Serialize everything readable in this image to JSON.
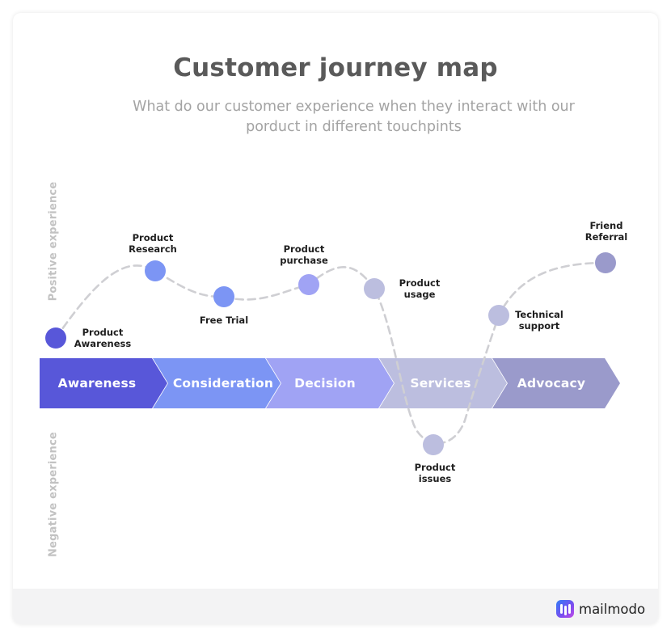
{
  "title": "Customer journey map",
  "subtitle": "What do our customer experience when they interact with our porduct in different touchpints",
  "axis": {
    "positive": "Positive experience",
    "negative": "Negative experience"
  },
  "stages": [
    {
      "label": "Awareness",
      "color": "#5857d9"
    },
    {
      "label": "Consideration",
      "color": "#7c95f4"
    },
    {
      "label": "Decision",
      "color": "#a0a3f4"
    },
    {
      "label": "Services",
      "color": "#bcbedf"
    },
    {
      "label": "Advocacy",
      "color": "#9a9acb"
    }
  ],
  "touchpoints": [
    {
      "label": "Product\nAwareness",
      "color": "#5857d9"
    },
    {
      "label": "Product\nResearch",
      "color": "#7c95f4"
    },
    {
      "label": "Free Trial",
      "color": "#7c95f4"
    },
    {
      "label": "Product\npurchase",
      "color": "#a0a3f4"
    },
    {
      "label": "Product\nusage",
      "color": "#bcbedf"
    },
    {
      "label": "Product\nissues",
      "color": "#bcbedf"
    },
    {
      "label": "Technical\nsupport",
      "color": "#bcbedf"
    },
    {
      "label": "Friend\nReferral",
      "color": "#9a9acb"
    }
  ],
  "brand": {
    "name": "mailmodo",
    "icon": "mailmodo-logo-icon"
  }
}
